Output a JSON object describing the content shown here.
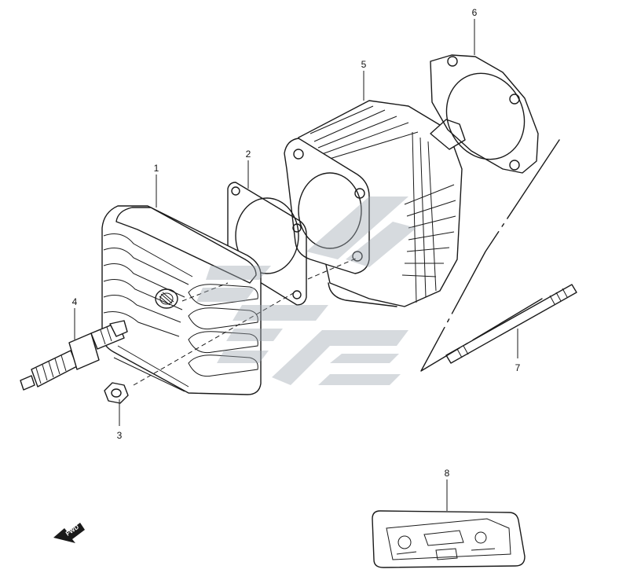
{
  "callouts": {
    "c1": "1",
    "c2": "2",
    "c3": "3",
    "c4": "4",
    "c5": "5",
    "c6": "6",
    "c7": "7",
    "c8": "8"
  },
  "fwd_label": "FWD",
  "colors": {
    "line": "#1a1a1a",
    "watermark": "#9ea7b0",
    "background": "#ffffff"
  }
}
